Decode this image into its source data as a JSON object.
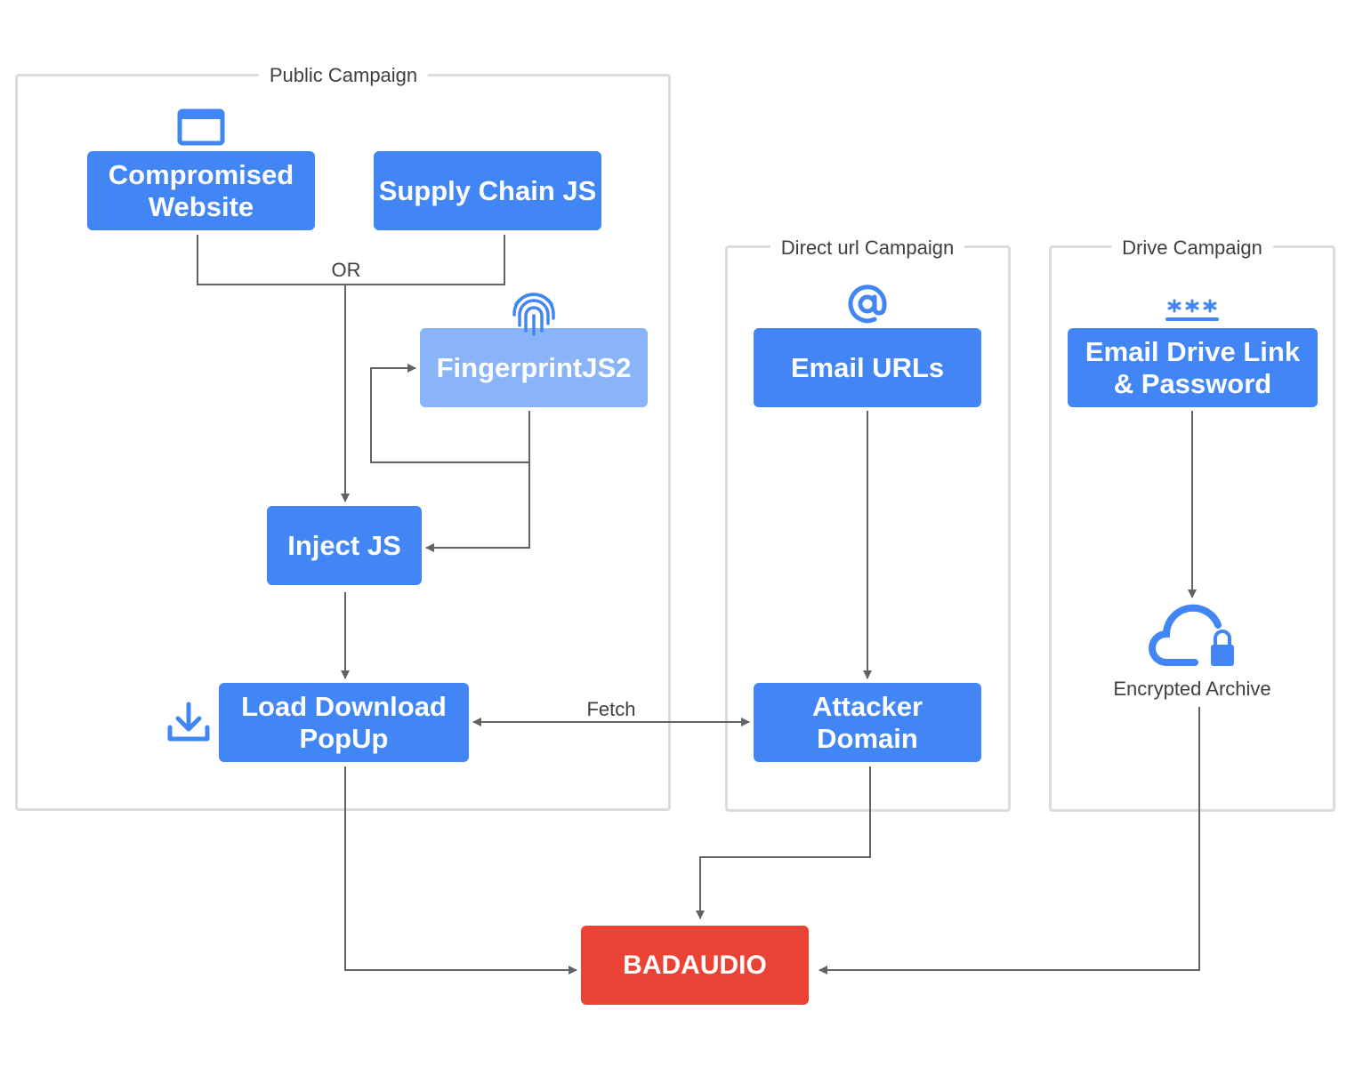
{
  "colors": {
    "primary": "#4285f4",
    "primary_light": "#8ab4f8",
    "accent_red": "#ea4335",
    "frame": "#dadce0",
    "connector": "#5f6368",
    "text": "#3c4043"
  },
  "groups": {
    "public": {
      "title": "Public Campaign"
    },
    "direct": {
      "title": "Direct url Campaign"
    },
    "drive": {
      "title": "Drive Campaign"
    }
  },
  "nodes": {
    "compromised_website": "Compromised\nWebsite",
    "supply_chain_js": "Supply Chain JS",
    "fingerprintjs2": "FingerprintJS2",
    "inject_js": "Inject JS",
    "load_download_popup": "Load Download\nPopUp",
    "email_urls": "Email URLs",
    "attacker_domain": "Attacker\nDomain",
    "email_drive_link": "Email Drive Link\n& Password",
    "badaudio": "BADAUDIO"
  },
  "edge_labels": {
    "or": "OR",
    "fetch": "Fetch"
  },
  "captions": {
    "encrypted_archive": "Encrypted Archive"
  },
  "icons": {
    "browser_window": "browser-window-icon",
    "fingerprint": "fingerprint-icon",
    "at_sign": "at-sign-icon",
    "password_asterisks": "password-icon",
    "cloud_lock": "cloud-lock-icon",
    "download": "download-icon"
  }
}
